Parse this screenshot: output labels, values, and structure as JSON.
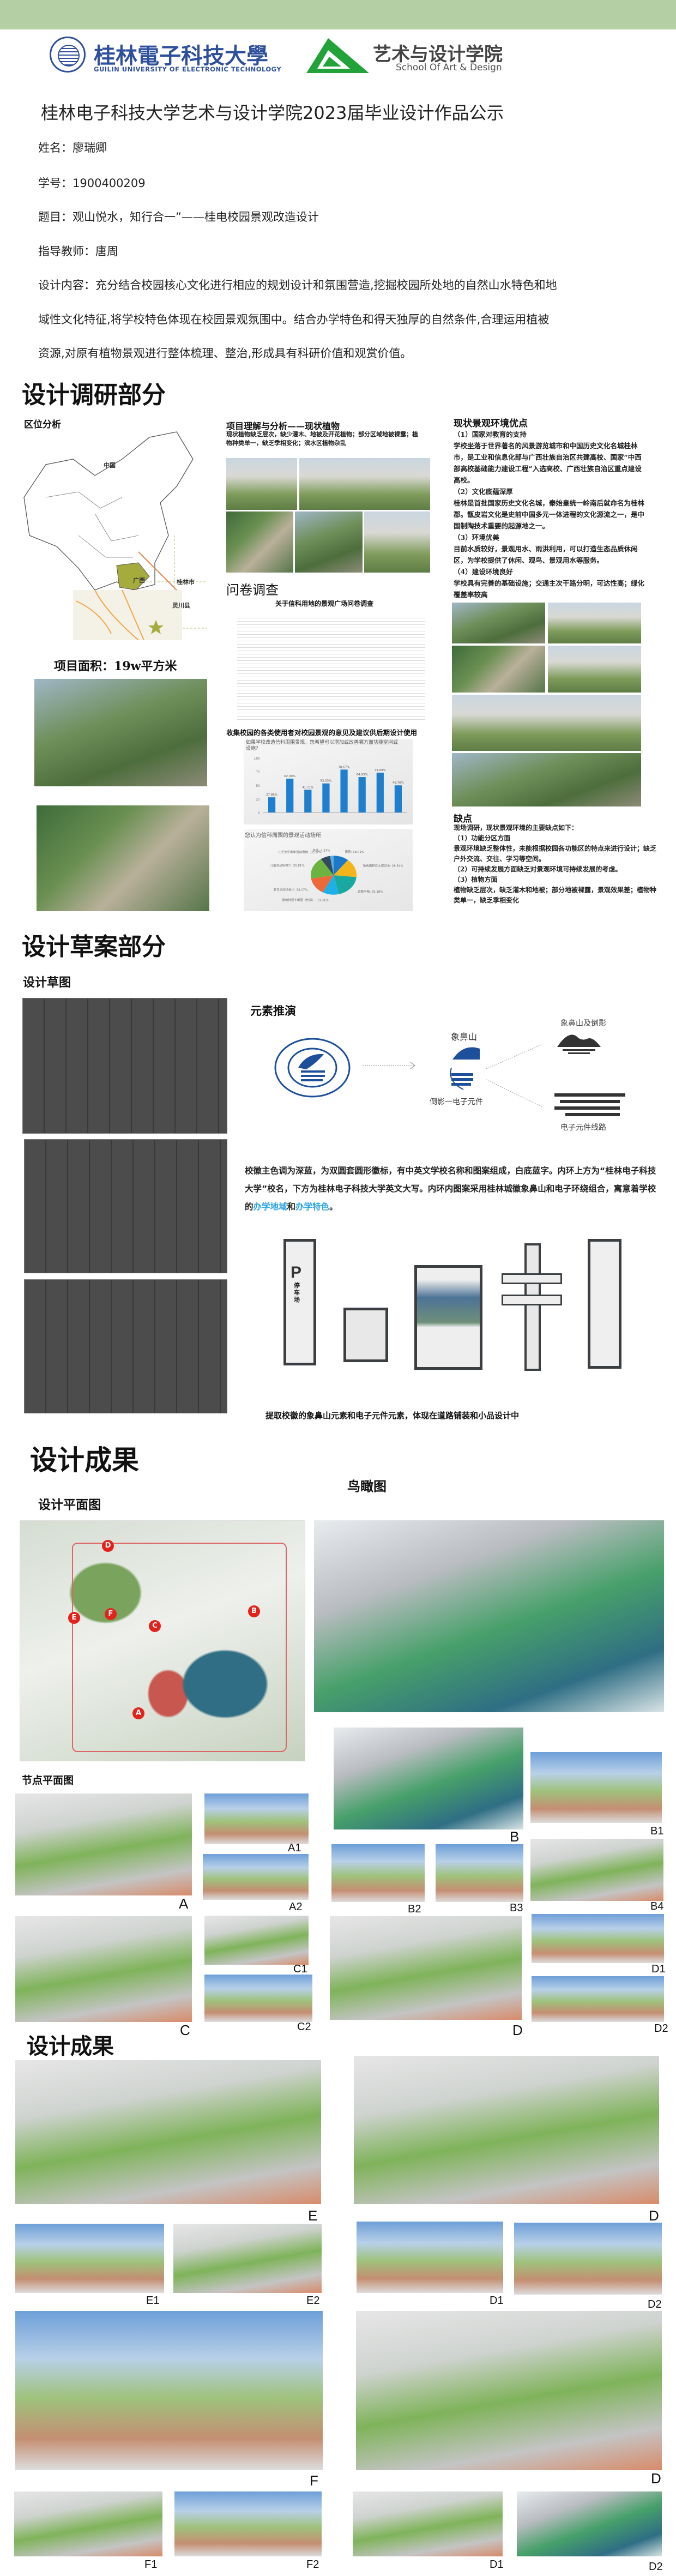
{
  "header": {
    "university_cn": "桂林電子科技大學",
    "university_en": "GUILIN UNIVERSITY OF ELECTRONIC TECHNOLOGY",
    "school_cn": "艺术与设计学院",
    "school_en": "School Of Art & Design",
    "title": "桂林电子科技大学艺术与设计学院2023届毕业设计作品公示"
  },
  "info": {
    "name": "姓名：廖瑞卿",
    "student_id": "学号：1900400209",
    "topic": "题目：观山悦水，知行合一”——桂电校园景观改造设计",
    "advisor": "指导教师：唐周",
    "content_1": "设计内容：充分结合校园核心文化进行相应的规划设计和氛围营造,挖掘校园所处地的自然山水特色和地",
    "content_2": "域性文化特征,将学校特色体现在校园景观氛围中。结合办学特色和得天独厚的自然条件,合理运用植被",
    "content_3": "资源,对原有植物景观进行整体梳理、整治,形成具有科研价值和观赏价值。"
  },
  "research": {
    "heading": "设计调研部分",
    "location_title": "区位分析",
    "map_labels": {
      "china": "中国",
      "guangxi": "广西",
      "guilin": "桂林市",
      "lingchuan": "灵川县"
    },
    "area": "项目面积：19w平方米",
    "plants_title": "项目理解与分析——现状植物",
    "plants_text": "现状植物缺乏层次，缺少灌木、地被及开花植物；部分区域地被裸露；植物种类单一，缺乏季相变化；滨水区植物杂乱",
    "survey_title": "问卷调查",
    "questionnaire_title": "关于信科用地的景观广场问卷调查",
    "survey_caption": "收集校园的各类使用者对校园景观的意见及建议供后期设计使用",
    "advantages_title": "现状景观环境优点",
    "advantages": [
      {
        "head": "（1）国家对教育的支持",
        "body": "学校坐落于世界著名的风景游览城市和中国历史文化名城桂林市，是工业和信息化部与广西壮族自治区共建高校、国家“中西部高校基础能力建设工程”入选高校、广西壮族自治区重点建设高校。"
      },
      {
        "head": "（2）文化底蕴深厚",
        "body": "桂林是首批国家历史文化名城，秦始皇统一岭南后就命名为桂林郡。甑皮岩文化是史前中国多元一体进程的文化源流之一，是中国制陶技术重要的起源地之一。"
      },
      {
        "head": "（3）环境优美",
        "body": "目前水质较好，景观用水、雨洪利用，可以打造生态品质休闲区，为学校提供了休闲、观鸟、景观用水等服务。"
      },
      {
        "head": "（4）建设环境良好",
        "body": "学校具有完善的基础设施；交通主次干路分明，可达性高；绿化覆盖率较高"
      }
    ],
    "weakness_title": "缺点",
    "weakness_intro": "现场调研，现状景观环境的主要缺点如下：",
    "weaknesses": [
      {
        "head": "（1）功能分区方面",
        "body": "景观环境缺乏整体性，未能根据校园各功能区的特点来进行设计；缺乏户外交流、交往、学习等空间。"
      },
      {
        "head": "（2）可持续发展方面缺乏对景观环境可持续发展的考虑。",
        "body": ""
      },
      {
        "head": "（3）植物方面",
        "body": "植物缺乏层次，缺乏灌木和地被；部分地被裸露，景观效果差；植物种类单一，缺乏季相变化"
      }
    ]
  },
  "chart_data": [
    {
      "type": "bar",
      "title": "如果学校改造信科周围景观，您希望可以增加或改善哪方面功能空间或设施?",
      "categories": [
        "1",
        "2",
        "3",
        "4",
        "5",
        "6",
        "7",
        "8"
      ],
      "values": [
        27.86,
        62.09,
        41.71,
        53.33,
        78.67,
        64.93,
        73.09,
        49.76
      ],
      "value_labels": [
        "27.86%",
        "62.09%",
        "41.71%",
        "53.33%",
        "78.67%",
        "64.93%",
        "73.09%",
        "49.76%"
      ],
      "ylim": [
        0,
        100
      ],
      "yticks": [
        "0",
        "25",
        "50",
        "75",
        "100"
      ],
      "color": "#1f7fcf"
    },
    {
      "type": "pie",
      "title": "您认为信科周围的景观活动场所",
      "slices": [
        {
          "label": "满意: 18.01%",
          "value": 18.01,
          "color": "#1b79c8"
        },
        {
          "label": "场地面积过大或过小: 26.54%",
          "value": 26.54,
          "color": "#f3b51a"
        },
        {
          "label": "道路不畅: 33.18%",
          "value": 33.18,
          "color": "#1aa9a0"
        },
        {
          "label": "场地特质不明显（色彩）: 19.31%",
          "value": 19.31,
          "color": "#1fb0e8"
        },
        {
          "label": "老年活动场地少: 24.17%",
          "value": 24.17,
          "color": "#ec6a3a"
        },
        {
          "label": "儿童活动场地少: 30.81%",
          "value": 30.81,
          "color": "#6db33f"
        },
        {
          "label": "几乎无中青年活动场地: 11.37%",
          "value": 11.37,
          "color": "#33495c"
        },
        {
          "label": "其他: 4.27%",
          "value": 4.27,
          "color": "#5aaee8"
        }
      ]
    }
  ],
  "draft": {
    "heading": "设计草案部分",
    "sketch_title": "设计草图",
    "element_title": "元素推演",
    "elephant_hill": "象鼻山",
    "reflection": "倒影一电子元件",
    "hill_and_reflection": "象鼻山及倒影",
    "circuit": "电子元件线路",
    "emblem_text_1": "校徽主色调为深蓝，为双圆套圆形徽标，有中英文学校名称和图案组成，白底蓝字。内环上方为“桂林电子科技大学”校名，下方为桂林电子科技大学英文大写。内环内图案采用桂林城徽象鼻山和电子环绕组合，寓意着学校的",
    "emblem_link_1": "办学地域",
    "emblem_and": "和",
    "emblem_link_2": "办学特色",
    "emblem_end": "。",
    "signs_caption": "提取校徽的象鼻山元素和电子元件元素，体现在道路铺装和小品设计中",
    "parking_sign": "停车场"
  },
  "results": {
    "heading": "设计成果",
    "aerial_title": "鸟瞰图",
    "plan_title": "设计平面图",
    "plan_markers": [
      "A",
      "B",
      "C",
      "D",
      "E",
      "F"
    ],
    "node_title": "节点平面图",
    "node_labels": {
      "A": "A",
      "A1": "A1",
      "A2": "A2",
      "B": "B",
      "B1": "B1",
      "B2": "B2",
      "B3": "B3",
      "B4": "B4",
      "C": "C",
      "C1": "C1",
      "C2": "C2",
      "D": "D",
      "D1": "D1",
      "D2": "D2"
    },
    "heading2": "设计成果",
    "render_labels": {
      "E": "E",
      "D": "D",
      "E1": "E1",
      "E2": "E2",
      "D1": "D1",
      "D2": "D2",
      "F": "F",
      "D_2": "D",
      "F1": "F1",
      "F2": "F2",
      "D1_2": "D1",
      "D2_2": "D2"
    }
  }
}
